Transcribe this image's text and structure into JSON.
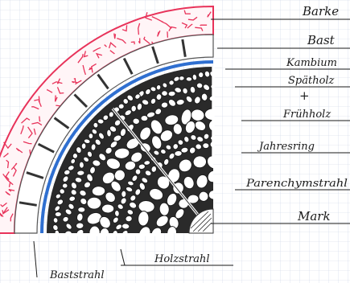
{
  "diagram": {
    "labels": {
      "barke": "Barke",
      "bast": "Bast",
      "kambium": "Kambium",
      "spaetholz": "Spätholz",
      "plus": "+",
      "fruehholz": "Frühholz",
      "jahresring": "Jahresring",
      "parenchymstrahl": "Parenchymstrahl",
      "mark": "Mark",
      "holzstrahl": "Holzstrahl",
      "baststrahl": "Baststrahl"
    },
    "colors": {
      "bark": "#e8335a",
      "cambium": "#2f6fd0",
      "ink": "#1a1a1a",
      "grid": "#c9d3e6"
    }
  }
}
